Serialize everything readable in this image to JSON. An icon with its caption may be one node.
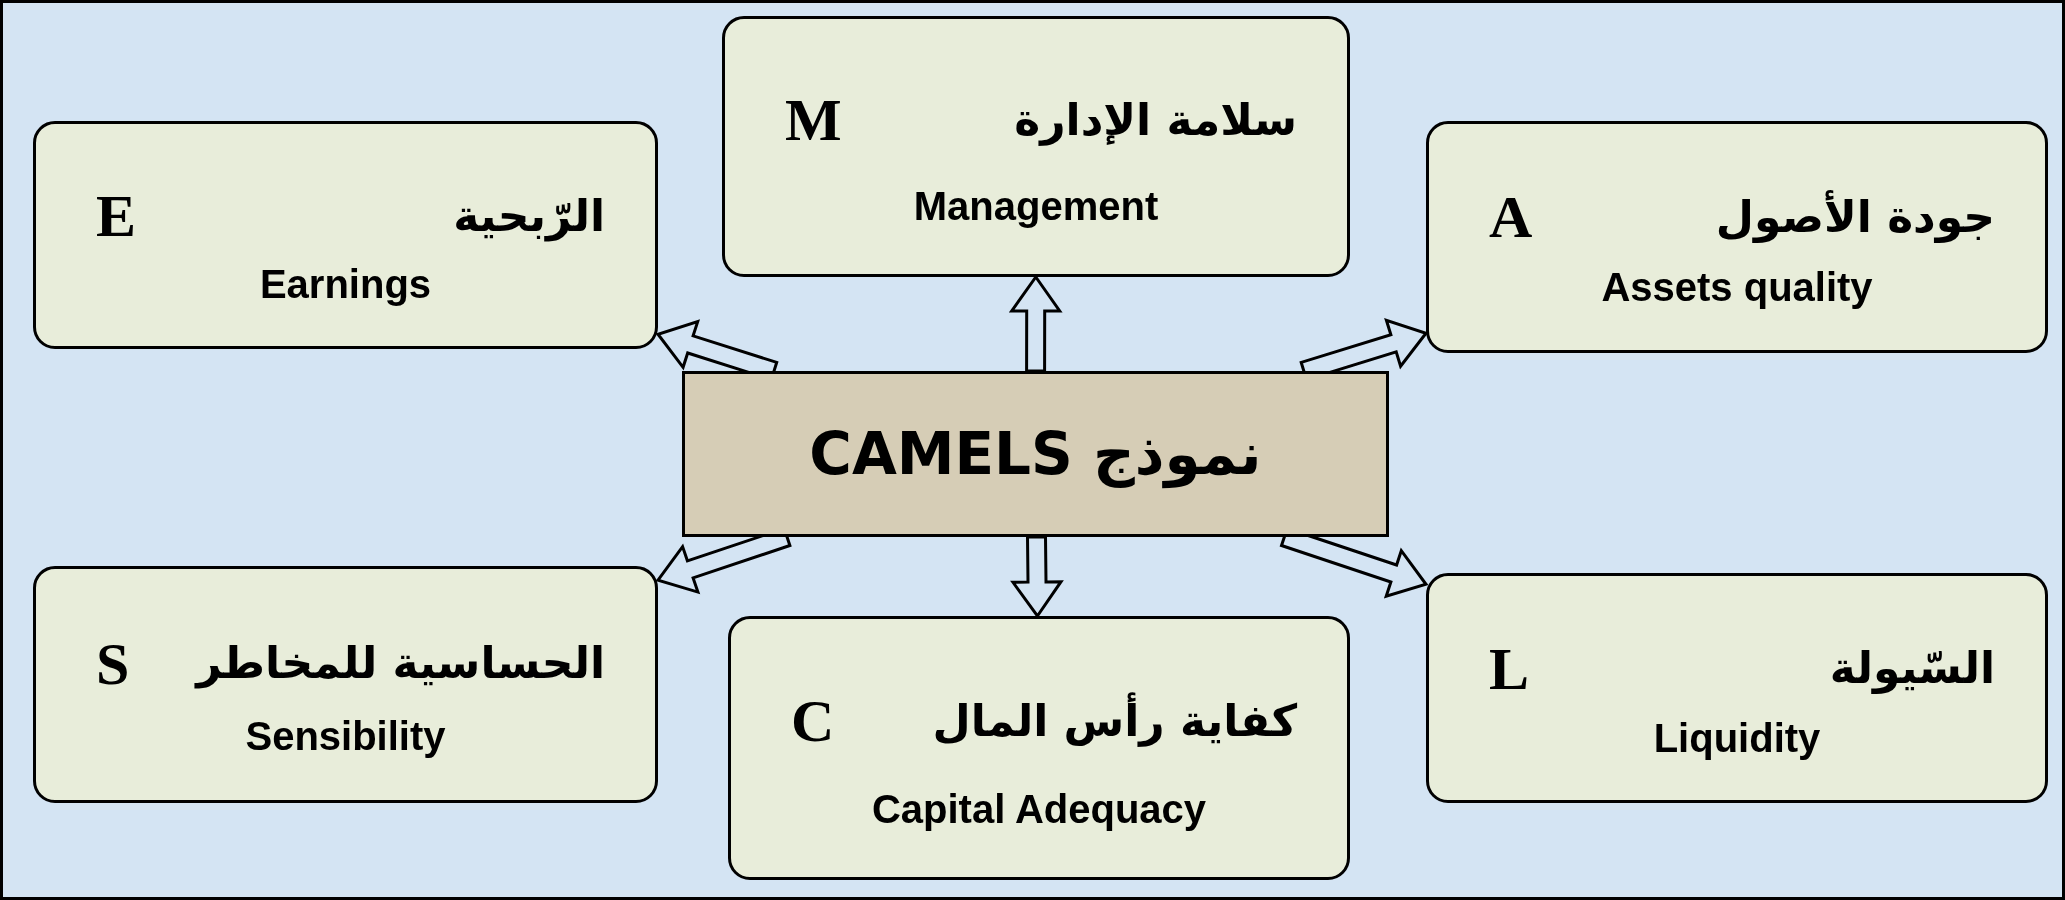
{
  "diagram": {
    "nodes": [
      {
        "text": [
          "الرّبحية",
          "E",
          "Earnings"
        ]
      },
      {
        "text": [
          "سلامة الإدارة",
          "M",
          "Management"
        ]
      },
      {
        "text": [
          "جودة الأصول",
          "A",
          "Assets quality"
        ]
      },
      {
        "text": [
          "نموذج CAMELS"
        ]
      },
      {
        "text": [
          "الحساسية للمخاطر",
          "S",
          "Sensibility"
        ]
      },
      {
        "text": [
          "كفاية رأس المال",
          "C",
          "Capital Adequacy"
        ]
      },
      {
        "text": [
          "السّيولة",
          "L",
          "Liquidity"
        ]
      }
    ],
    "edges": [
      {
        "from": 3,
        "to": 0,
        "arrow": "to"
      },
      {
        "from": 3,
        "to": 1,
        "arrow": "to"
      },
      {
        "from": 3,
        "to": 2,
        "arrow": "to"
      },
      {
        "from": 3,
        "to": 4,
        "arrow": "to"
      },
      {
        "from": 3,
        "to": 5,
        "arrow": "to"
      },
      {
        "from": 3,
        "to": 6,
        "arrow": "to"
      }
    ]
  }
}
